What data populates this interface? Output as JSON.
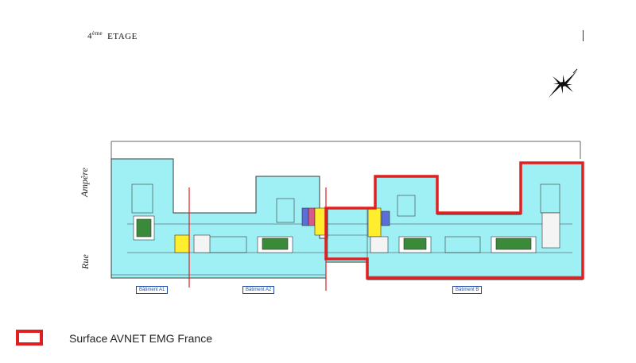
{
  "header": {
    "floor_number": "4",
    "floor_sup": "ème",
    "floor_word": "ETAGE"
  },
  "compass": {
    "icon": "compass-rose-icon"
  },
  "streets": {
    "top": "Ampère",
    "bottom": "Rue"
  },
  "buildings": {
    "a1": "Bâtiment A1",
    "a2": "Bâtiment A2",
    "b": "Bâtiment B"
  },
  "colors": {
    "floor_fill": "#9ff0f4",
    "outline": "#3a3a3a",
    "highlight": "#e02020",
    "stair_yellow": "#ffee2e",
    "lift_blue": "#5a6fd8",
    "plant_green": "#3a8a3a"
  },
  "legend": {
    "label": "Surface AVNET EMG France",
    "color": "#e02020"
  }
}
